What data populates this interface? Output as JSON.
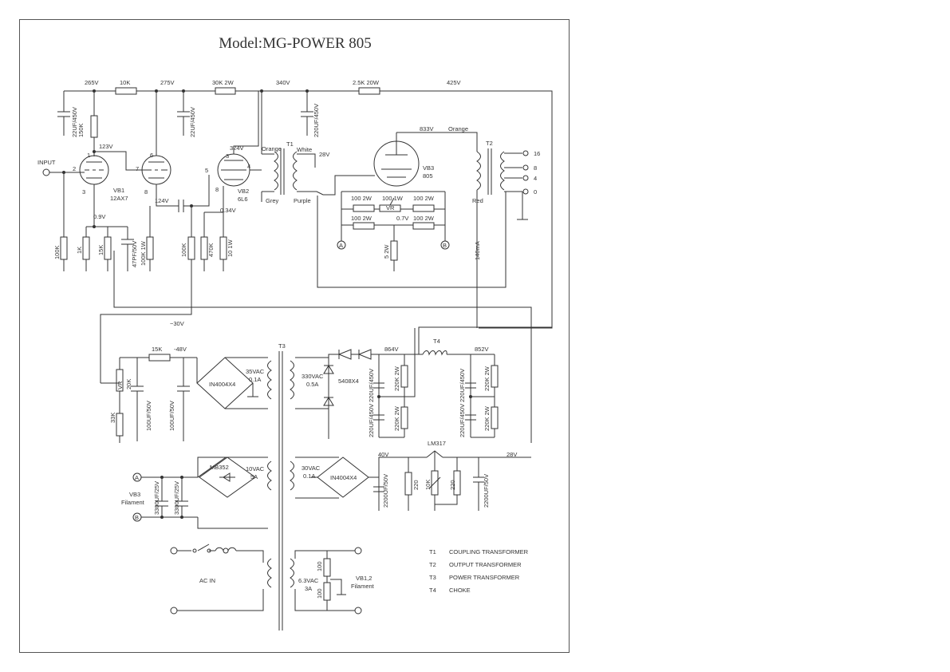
{
  "title": "Model:MG-POWER 805",
  "rail_voltages": {
    "v265": "265V",
    "v275": "275V",
    "v340": "340V",
    "v425": "425V",
    "v833": "833V",
    "v123": "123V",
    "v324": "324V",
    "v124": "124V",
    "v09": "0.9V",
    "v034": "0.34V",
    "v28": "28V",
    "v07": "0.7V",
    "vneg30": "−30V",
    "vneg48": "-48V",
    "v864": "864V",
    "v852": "852V",
    "v40": "40V",
    "v28b": "28V"
  },
  "resistors": {
    "r10k": "10K",
    "r30k": "30K  2W",
    "r25k": "2.5K  20W",
    "r150k": "150K",
    "r100k_a": "100K",
    "r1k": "1K",
    "r15k": "15K",
    "r100k1w": "100K  1W",
    "r100k_b": "100K",
    "r470k": "470K",
    "r10_1w": "10  1W",
    "r100_2w_a": "100  2W",
    "r100_1w": "100  1W",
    "r100_2w_b": "100  2W",
    "r100_2w_c": "100  2W",
    "r100_2w_d": "100  2W",
    "r5_2w": "5  2W",
    "vr": "VR",
    "r15k_b": "15K",
    "r20k": "20K",
    "r33k": "33K",
    "r220k_a": "220K  2W",
    "r220k_b": "220K  2W",
    "r220k_c": "220K  2W",
    "r220k_d": "220K  2W",
    "r220_a": "220",
    "r10k_b": "10K",
    "r220_b": "220",
    "r100_a": "100",
    "r100_b": "100",
    "vr2": "VR"
  },
  "capacitors": {
    "c22_a": "22UF/450V",
    "c22_b": "22UF/450V",
    "c220_a": "220UF/450V",
    "c47": "47PF/50V",
    "c100_a": "100UF/50V",
    "c100_b": "100UF/50V",
    "c220_b": "220UF/450V",
    "c220_c": "220UF/450V",
    "c220_d": "220UF/450V",
    "c220_e": "220UF/450V",
    "c3300_a": "3300UF/25V",
    "c3300_b": "3300UF/25V",
    "c2200_a": "2200UF/50V",
    "c2200_b": "2200UF/50V"
  },
  "tubes": {
    "vb1": "VB1",
    "vb1_type": "12AX7",
    "vb2": "VB2",
    "vb2_type": "6L6",
    "vb3": "VB3",
    "vb3_type": "805"
  },
  "pins": {
    "p1": "1",
    "p2": "2",
    "p3": "3",
    "p6": "6",
    "p7": "7",
    "p8": "8",
    "p3b": "3",
    "p5": "5",
    "p4": "4",
    "p8b": "8"
  },
  "transformers": {
    "t1": "T1",
    "t2": "T2",
    "t3": "T3",
    "t4": "T4",
    "orange": "Orange",
    "white": "White",
    "grey": "Grey",
    "purple": "Purple",
    "orange2": "Orange",
    "red": "Red",
    "i140": "140mA"
  },
  "output_taps": [
    "16",
    "8",
    "4",
    "0"
  ],
  "input_label": "INPUT",
  "secondaries": {
    "s35": "35VAC",
    "s35i": "0.1A",
    "s330": "330VAC",
    "s330i": "0.5A",
    "s10": "10VAC",
    "s10i": "5A",
    "s30": "30VAC",
    "s30i": "0.1A",
    "s63": "6.3VAC",
    "s63i": "3A"
  },
  "semis": {
    "br1": "IN4004X4",
    "d5408": "5408X4",
    "mb352": "MB352",
    "br2": "IN4004X4",
    "lm317": "LM317"
  },
  "nodes": {
    "a": "A",
    "b": "B",
    "a2": "A",
    "b2": "B"
  },
  "filament_labels": {
    "vb3": "VB3",
    "vb3f": "Filament",
    "vb12": "VB1,2",
    "vb12f": "Filament"
  },
  "ac_in": "AC IN",
  "legend": [
    {
      "code": "T1",
      "desc": "COUPLING  TRANSFORMER"
    },
    {
      "code": "T2",
      "desc": "OUTPUT  TRANSFORMER"
    },
    {
      "code": "T3",
      "desc": "POWER  TRANSFORMER"
    },
    {
      "code": "T4",
      "desc": "CHOKE"
    }
  ]
}
